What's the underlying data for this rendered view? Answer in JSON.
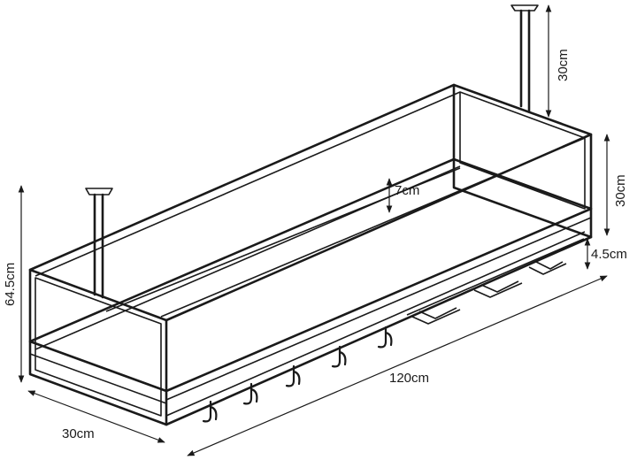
{
  "dimensions": {
    "top_drop": "30cm",
    "end_height": "30cm",
    "shelf_depth": "7cm",
    "glass_rack": "4.5cm",
    "total_height": "64.5cm",
    "length": "120cm",
    "width": "30cm"
  }
}
